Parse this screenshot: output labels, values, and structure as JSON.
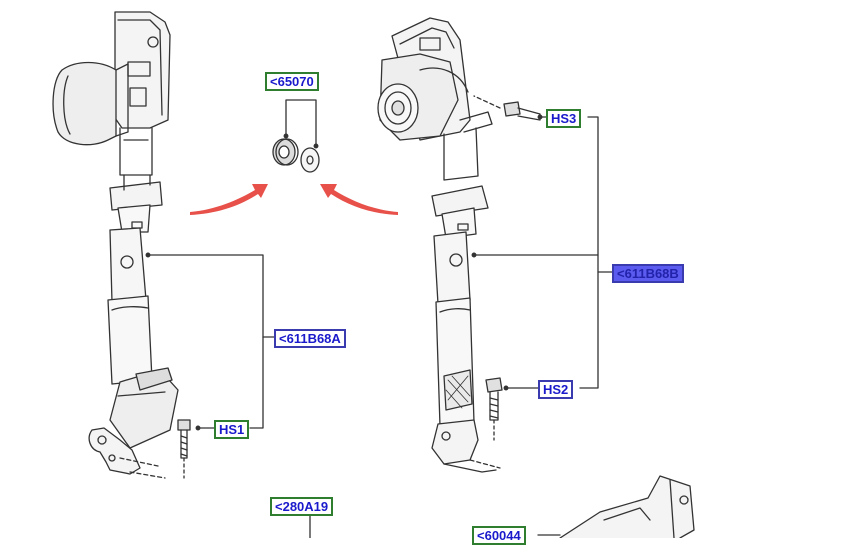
{
  "callouts": {
    "c65070": "<65070",
    "hs3": "HS3",
    "c611b68b": "<611B68B",
    "c611b68a": "<611B68A",
    "hs2": "HS2",
    "hs1": "HS1",
    "c280a19": "<280A19",
    "c60044": "<60044"
  },
  "colors": {
    "line": "#333333",
    "arrow": "#e8504a",
    "callout_green_border": "#2f7d2f",
    "callout_blue_border": "#3b3bb0",
    "callout_text": "#1a1acc",
    "selected_fill": "#5b5bf0"
  }
}
